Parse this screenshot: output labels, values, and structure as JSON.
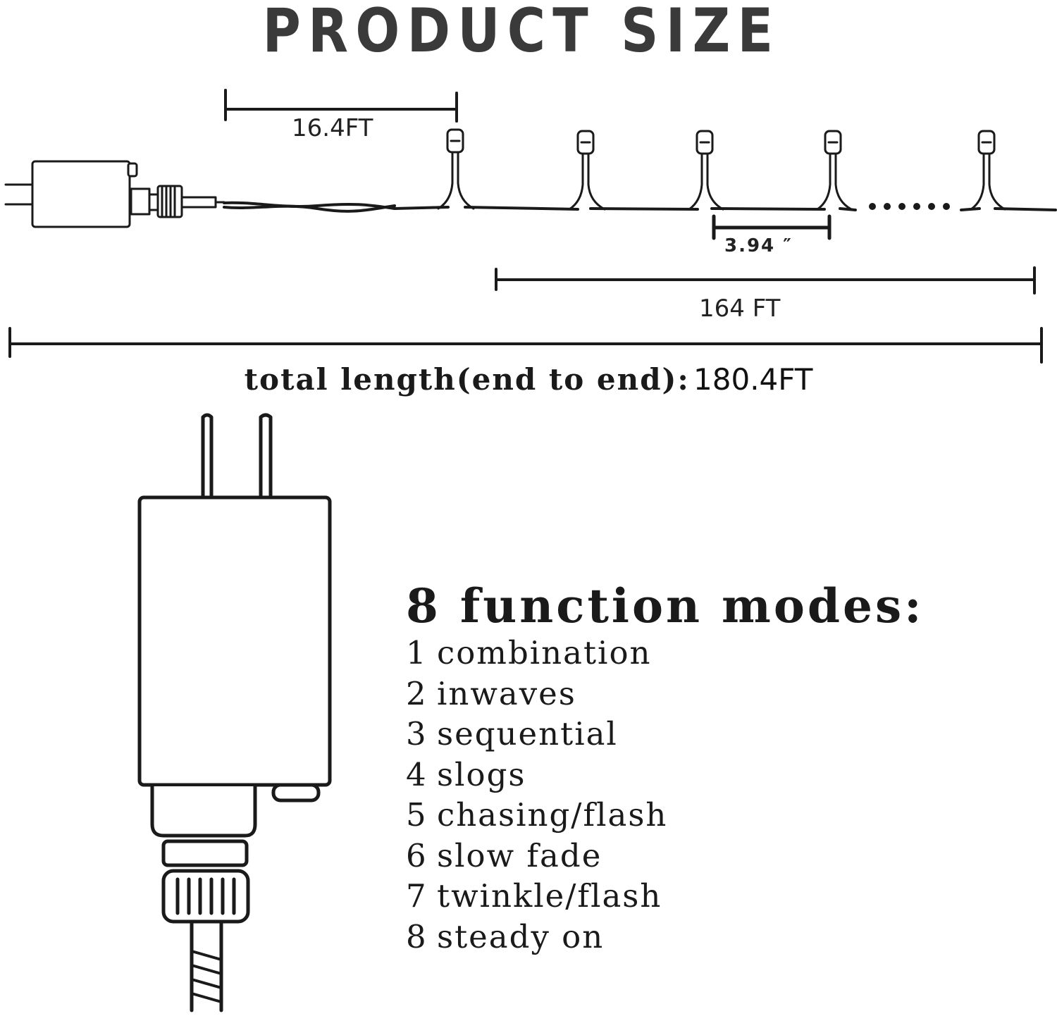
{
  "title": "PRODUCT SIZE",
  "dimensions": {
    "lead_wire": "16.4FT",
    "bulb_spacing": "3.94 ″",
    "lit_length": "164 FT",
    "total_label": "total length(end to end):",
    "total_value": "180.4FT"
  },
  "modes": {
    "title": "8 function modes:",
    "items": [
      {
        "num": "1",
        "label": "combination"
      },
      {
        "num": "2",
        "label": "inwaves"
      },
      {
        "num": "3",
        "label": "sequential"
      },
      {
        "num": "4",
        "label": "slogs"
      },
      {
        "num": "5",
        "label": "chasing/flash"
      },
      {
        "num": "6",
        "label": "slow fade"
      },
      {
        "num": "7",
        "label": "twinkle/flash"
      },
      {
        "num": "8",
        "label": "steady on"
      }
    ]
  },
  "colors": {
    "ink": "#1a1a1a",
    "title": "#3a3a3a",
    "background": "#ffffff"
  }
}
